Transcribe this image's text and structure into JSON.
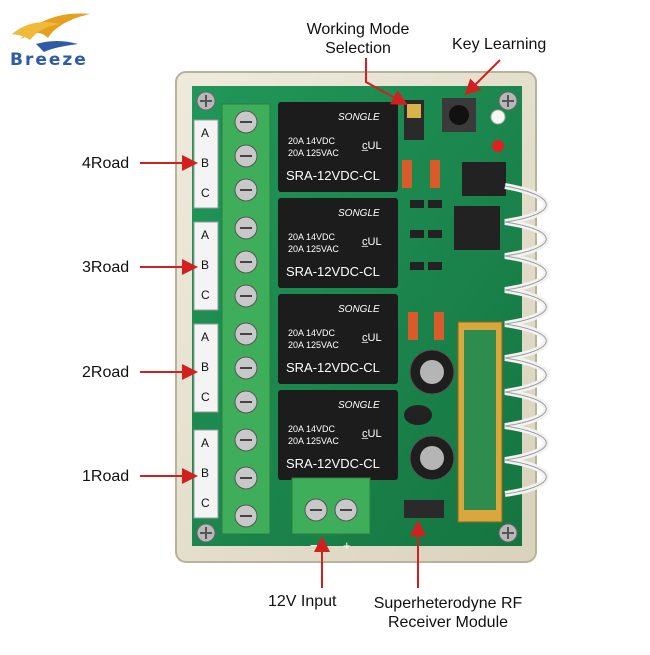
{
  "brand": {
    "name": "Breeze"
  },
  "labels": {
    "road4": "4Road",
    "road3": "3Road",
    "road2": "2Road",
    "road1": "1Road",
    "working_mode_line1": "Working Mode",
    "working_mode_line2": "Selection",
    "key_learning": "Key Learning",
    "power_input": "12V Input",
    "receiver_line1": "Superheterodyne RF",
    "receiver_line2": "Receiver Module"
  },
  "terminal_letters": [
    "A",
    "B",
    "C"
  ],
  "relay": {
    "brand": "SONGLE",
    "rating_dc": "20A 14VDC",
    "rating_ac": "20A 125VAC",
    "ul_mark": "c̲UL",
    "model": "SRA-12VDC-CL"
  },
  "power_polarity": {
    "negative": "−",
    "positive": "+"
  },
  "colors": {
    "pcb_green": "#1f8a4c",
    "terminal_green": "#3fae5a",
    "relay_black": "#1c1c1c",
    "arrow_red": "#d21f1f",
    "case_beige": "#e8e3cf",
    "brand_blue": "#2f5aa8"
  },
  "icons": [
    "logo-bird-icon",
    "tactile-button-icon",
    "jumper-icon",
    "led-icon",
    "antenna-coil-icon"
  ]
}
